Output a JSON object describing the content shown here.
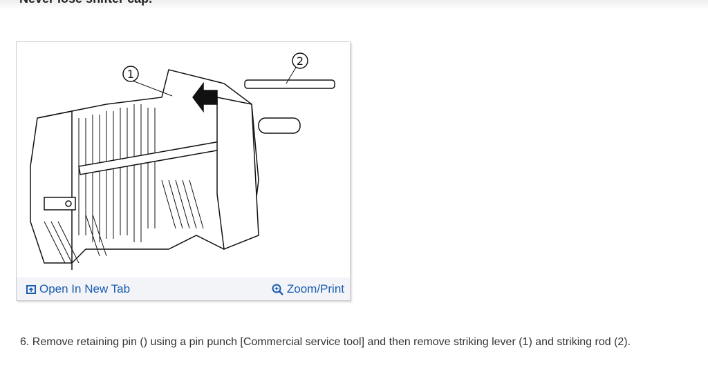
{
  "note": "Never lose shifter cap.",
  "figure": {
    "callouts": [
      "1",
      "2"
    ],
    "open_new_tab": "Open In New Tab",
    "zoom_print": "Zoom/Print",
    "link_color": "#1a5bb0"
  },
  "step_text": "6. Remove retaining pin () using a pin punch [Commercial service tool] and then remove striking lever (1) and striking rod (2)."
}
